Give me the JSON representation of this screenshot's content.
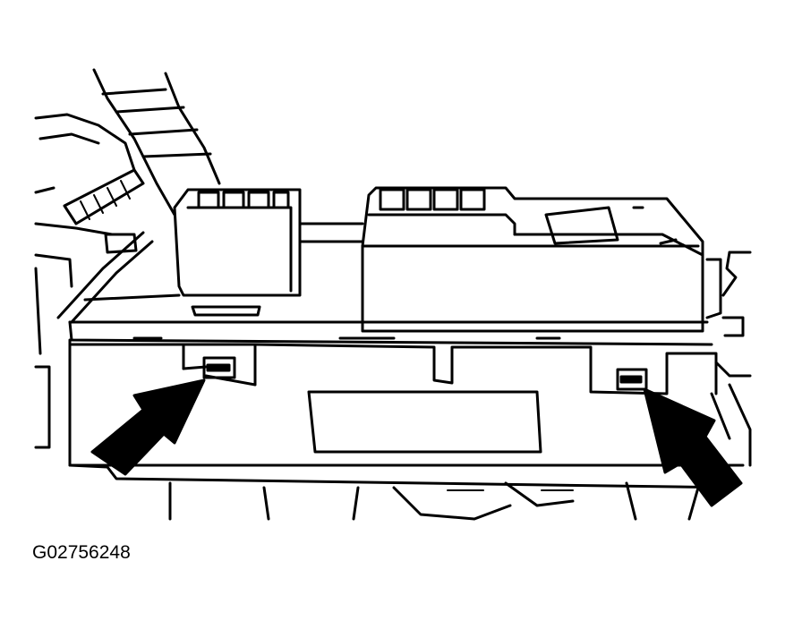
{
  "figure": {
    "id": "G02756248"
  },
  "arrows": [
    {
      "name": "left-pointer-arrow",
      "direction": "up-right"
    },
    {
      "name": "right-pointer-arrow",
      "direction": "up-left"
    }
  ]
}
